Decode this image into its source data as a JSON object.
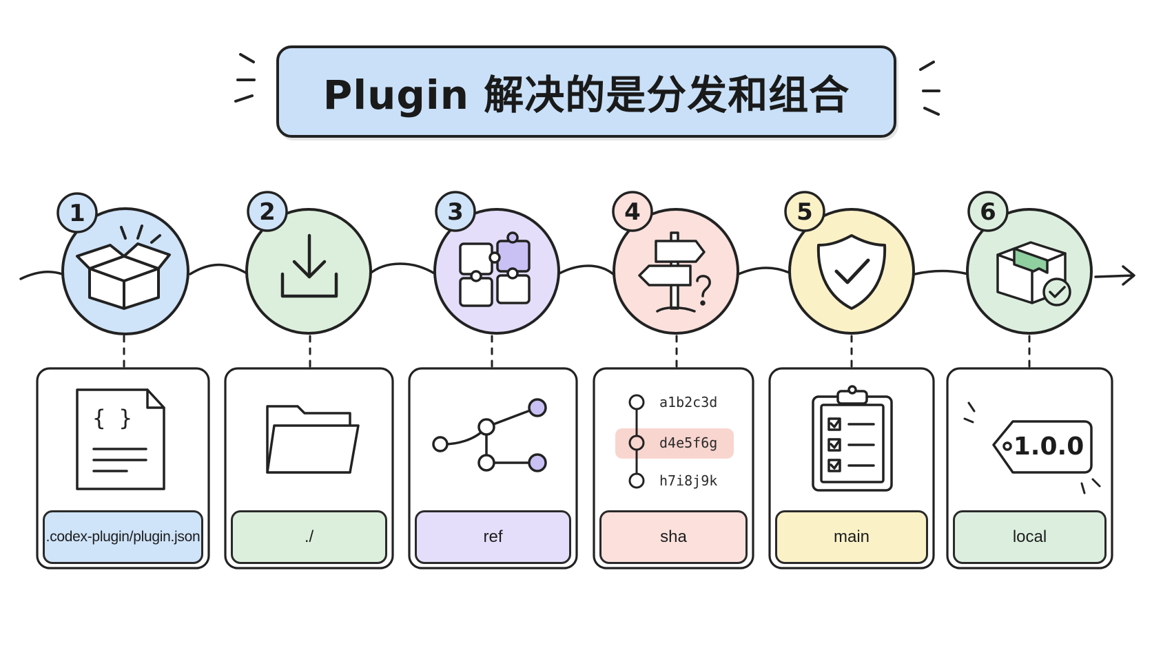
{
  "title": "Plugin 解决的是分发和组合",
  "steps": [
    {
      "number": "1",
      "label": ".codex-plugin/plugin.json",
      "icon": "open-box-icon",
      "detail_icon": "json-file-icon",
      "color": "#cfe3f9"
    },
    {
      "number": "2",
      "label": "./",
      "icon": "download-icon",
      "detail_icon": "folder-icon",
      "color": "#dcefdc"
    },
    {
      "number": "3",
      "label": "ref",
      "icon": "puzzle-icon",
      "detail_icon": "git-branch-icon",
      "color": "#e4defa"
    },
    {
      "number": "4",
      "label": "sha",
      "icon": "signpost-icon",
      "detail_icon": "commit-list-icon",
      "color": "#fbe0dc"
    },
    {
      "number": "5",
      "label": "main",
      "icon": "shield-check-icon",
      "detail_icon": "checklist-icon",
      "color": "#fbf1c7"
    },
    {
      "number": "6",
      "label": "local",
      "icon": "package-check-icon",
      "detail_icon": "version-tag-icon",
      "color": "#dcefdf"
    }
  ],
  "commits": [
    "a1b2c3d",
    "d4e5f6g",
    "h7i8j9k"
  ],
  "version_tag": "1.0.0",
  "colors": {
    "outline": "#222222",
    "title_bg": "#c9e0f8",
    "highlight": "#f9d5cf",
    "purple_node": "#c9c0f4",
    "tape_green": "#8fcfa0"
  }
}
